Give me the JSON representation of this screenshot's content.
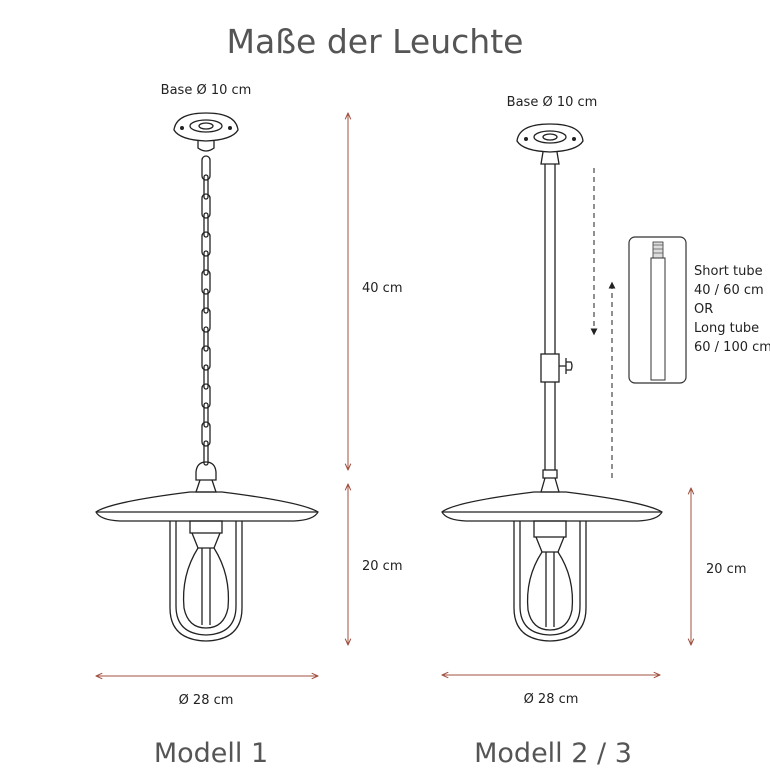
{
  "title": "Maße der Leuchte",
  "model1": {
    "label": "Modell 1",
    "base": "Base Ø 10 cm",
    "height_upper": "40 cm",
    "height_lower": "20 cm",
    "width": "Ø 28 cm"
  },
  "model2": {
    "label": "Modell 2 / 3",
    "base": "Base Ø 10 cm",
    "height_lower": "20 cm",
    "width": "Ø 28 cm",
    "tube_options": [
      "Short tube",
      "40 / 60 cm",
      "OR",
      "Long tube",
      "60 / 100 cm"
    ]
  },
  "colors": {
    "line": "#222222",
    "dimension": "#a05040",
    "text": "#555555"
  }
}
